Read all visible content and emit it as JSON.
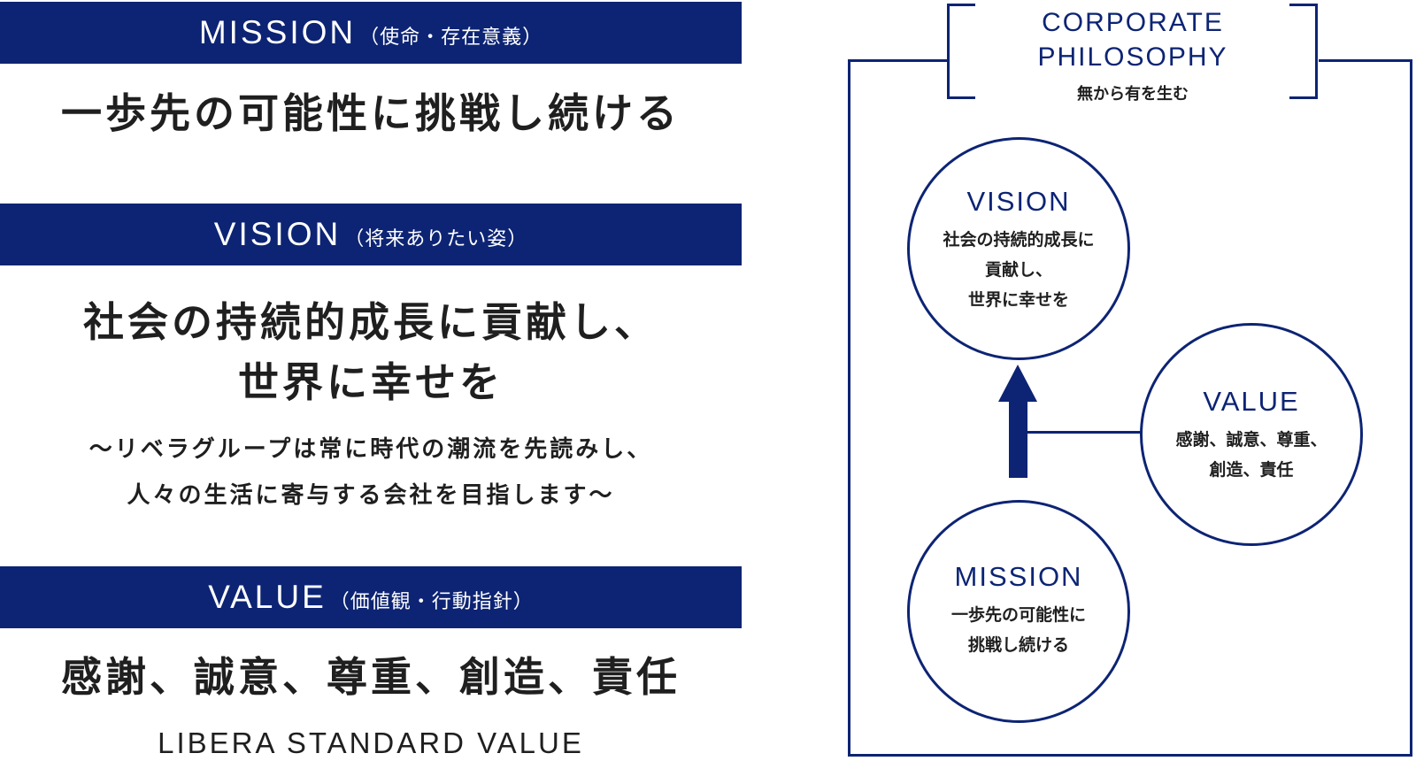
{
  "left": {
    "mission": {
      "banner_en": "MISSION",
      "banner_jp": "（使命・存在意義）",
      "headline": "一歩先の可能性に挑戦し続ける"
    },
    "vision": {
      "banner_en": "VISION",
      "banner_jp": "（将来ありたい姿）",
      "headline_lines": [
        "社会の持続的成長に貢献し、",
        "世界に幸せを"
      ],
      "sub_lines": [
        "～リベラグループは常に時代の潮流を先読みし、",
        "人々の生活に寄与する会社を目指します～"
      ]
    },
    "value": {
      "banner_en": "VALUE",
      "banner_jp": "（価値観・行動指針）",
      "headline": "感謝、誠意、尊重、創造、責任",
      "standard": "LIBERA STANDARD VALUE"
    }
  },
  "diagram": {
    "caption_lines": [
      "CORPORATE",
      "PHILOSOPHY"
    ],
    "caption_sub": "無から有を生む",
    "circles": {
      "vision": {
        "title": "VISION",
        "lines": [
          "社会の持続的成長に",
          "貢献し、",
          "世界に幸せを"
        ]
      },
      "value": {
        "title": "VALUE",
        "lines": [
          "感謝、誠意、尊重、",
          "創造、責任"
        ]
      },
      "mission": {
        "title": "MISSION",
        "lines": [
          "一歩先の可能性に",
          "挑戦し続ける"
        ]
      }
    },
    "colors": {
      "accent": "#0d2474"
    }
  }
}
